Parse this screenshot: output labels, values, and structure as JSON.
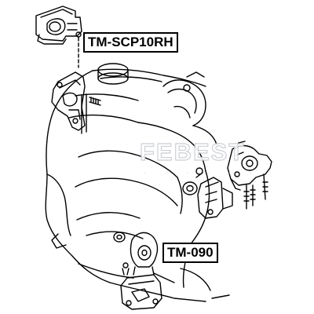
{
  "parts": {
    "rh_mount": {
      "label": "TM-SCP10RH"
    },
    "mount_090": {
      "label": "TM-090"
    }
  },
  "watermark": {
    "brand": "FEBEST",
    "dots": ". . . . . ."
  },
  "colors": {
    "line": "#000000",
    "watermark": "#c8ccd2",
    "background": "#ffffff"
  }
}
